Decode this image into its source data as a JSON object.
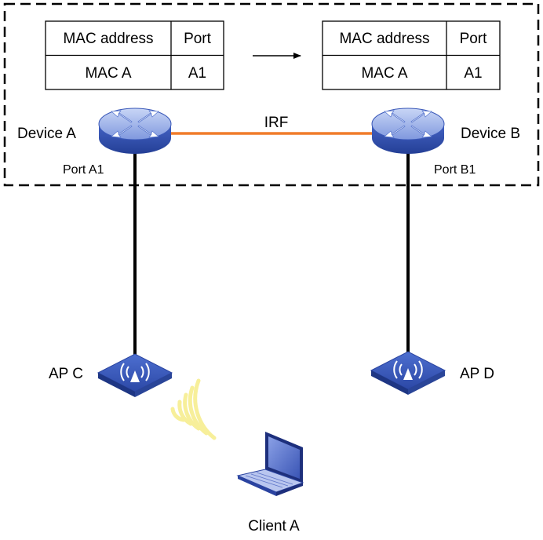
{
  "irf_link_label": "IRF",
  "table_left": {
    "headers": [
      "MAC address",
      "Port"
    ],
    "row": [
      "MAC A",
      "A1"
    ]
  },
  "table_right": {
    "headers": [
      "MAC address",
      "Port"
    ],
    "row": [
      "MAC A",
      "A1"
    ]
  },
  "devices": {
    "device_a": "Device A",
    "device_b": "Device B",
    "port_a1": "Port A1",
    "port_b1": "Port B1",
    "ap_c": "AP C",
    "ap_d": "AP D",
    "client_a": "Client A"
  },
  "colors": {
    "irf_link": "#f07c2a",
    "device_blue": "#3a58b8",
    "device_light": "#c6d3f3",
    "wireless_waves": "#f7ef9a",
    "frame": "#000000"
  }
}
